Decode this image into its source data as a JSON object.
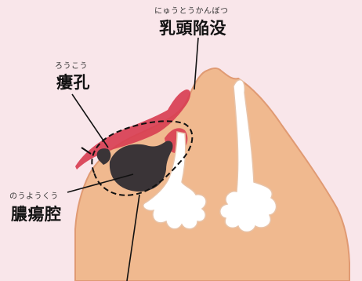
{
  "labels": {
    "nipple": {
      "reading": "にゅうとうかんぼつ",
      "term": "乳頭陥没"
    },
    "fistula": {
      "reading": "ろうこう",
      "term": "瘻孔"
    },
    "abscess": {
      "reading": "のうようくう",
      "term": "膿瘍腔"
    }
  },
  "colors": {
    "background": "#f9e6ea",
    "breast": "#f0b98f",
    "breast_edge": "#e09a73",
    "inflamed": "#d83f52",
    "abscess": "#3a3437",
    "duct": "#ffffff",
    "duct_edge": "#e8c3a8",
    "leader": "#111111"
  }
}
